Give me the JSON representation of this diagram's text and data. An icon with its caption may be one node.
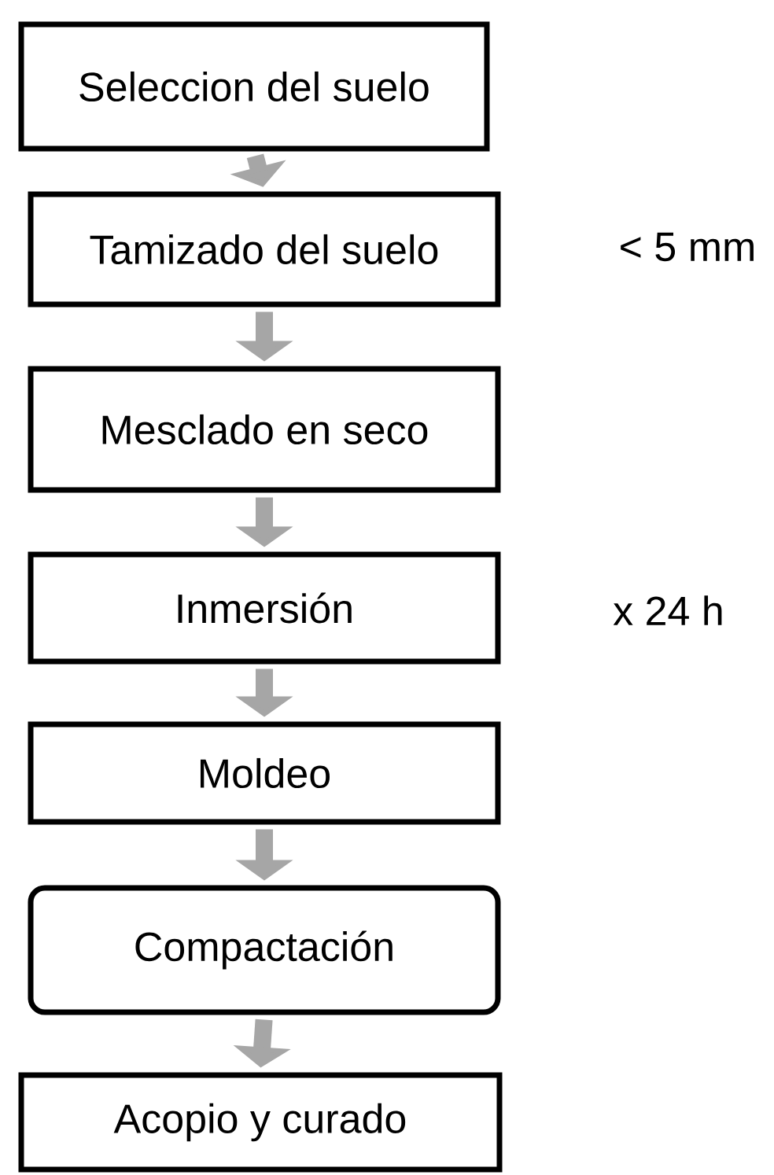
{
  "diagram": {
    "nodes": [
      {
        "text": [
          "Seleccion del suelo"
        ]
      },
      {
        "text": [
          "Tamizado del suelo"
        ],
        "beside": [
          "< 5 mm"
        ]
      },
      {
        "text": [
          "Mesclado en seco"
        ]
      },
      {
        "text": [
          "Inmersión"
        ],
        "beside": [
          "x 24 h"
        ]
      },
      {
        "text": [
          "Moldeo"
        ]
      },
      {
        "text": [
          "Compactación"
        ]
      },
      {
        "text": [
          "Acopio y curado"
        ]
      }
    ],
    "edges": [
      {
        "from": 0,
        "to": 1,
        "arrow": "to"
      },
      {
        "from": 1,
        "to": 2,
        "arrow": "to"
      },
      {
        "from": 2,
        "to": 3,
        "arrow": "to"
      },
      {
        "from": 3,
        "to": 4,
        "arrow": "to"
      },
      {
        "from": 4,
        "to": 5,
        "arrow": "to"
      },
      {
        "from": 5,
        "to": 6,
        "arrow": "to"
      }
    ]
  }
}
